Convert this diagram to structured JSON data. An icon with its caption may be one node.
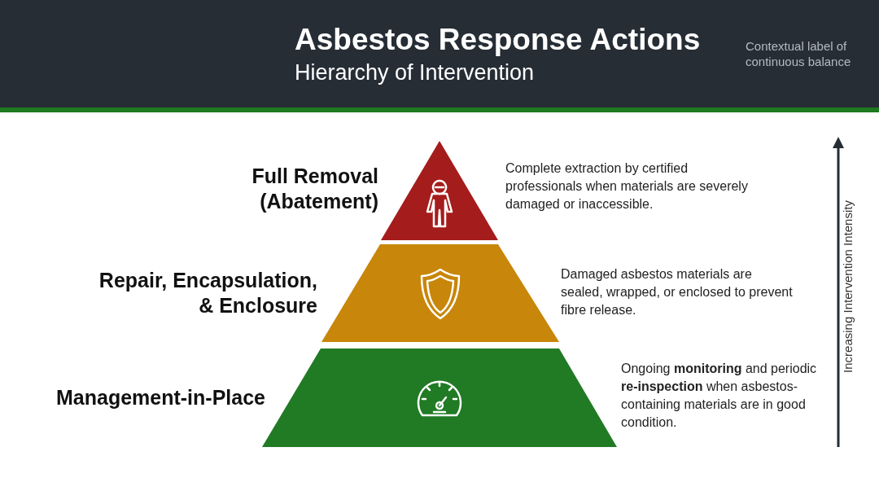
{
  "diagram": {
    "title": "Asbestos Response Actions",
    "nodes": [
      {
        "text": [
          "Full Removal (Abatement)"
        ],
        "beside": [
          "Complete extraction by certified professionals when materials are severely damaged or inaccessible."
        ]
      },
      {
        "text": [
          "Repair, Encapsulation, & Enclosure"
        ],
        "beside": [
          "Damaged asbestos materials are sealed, wrapped, or enclosed to prevent fibre release."
        ]
      },
      {
        "text": [
          "Management-in-Place"
        ],
        "beside": [
          "Ongoing **monitoring** and periodic **re-inspection** when asbestos-containing materials are in good condition."
        ]
      }
    ],
    "edges": [],
    "labels": [
      "Hierarchy of Intervention",
      "Contextual label of continuous balance",
      "Increasing Intervention Intensity"
    ]
  }
}
